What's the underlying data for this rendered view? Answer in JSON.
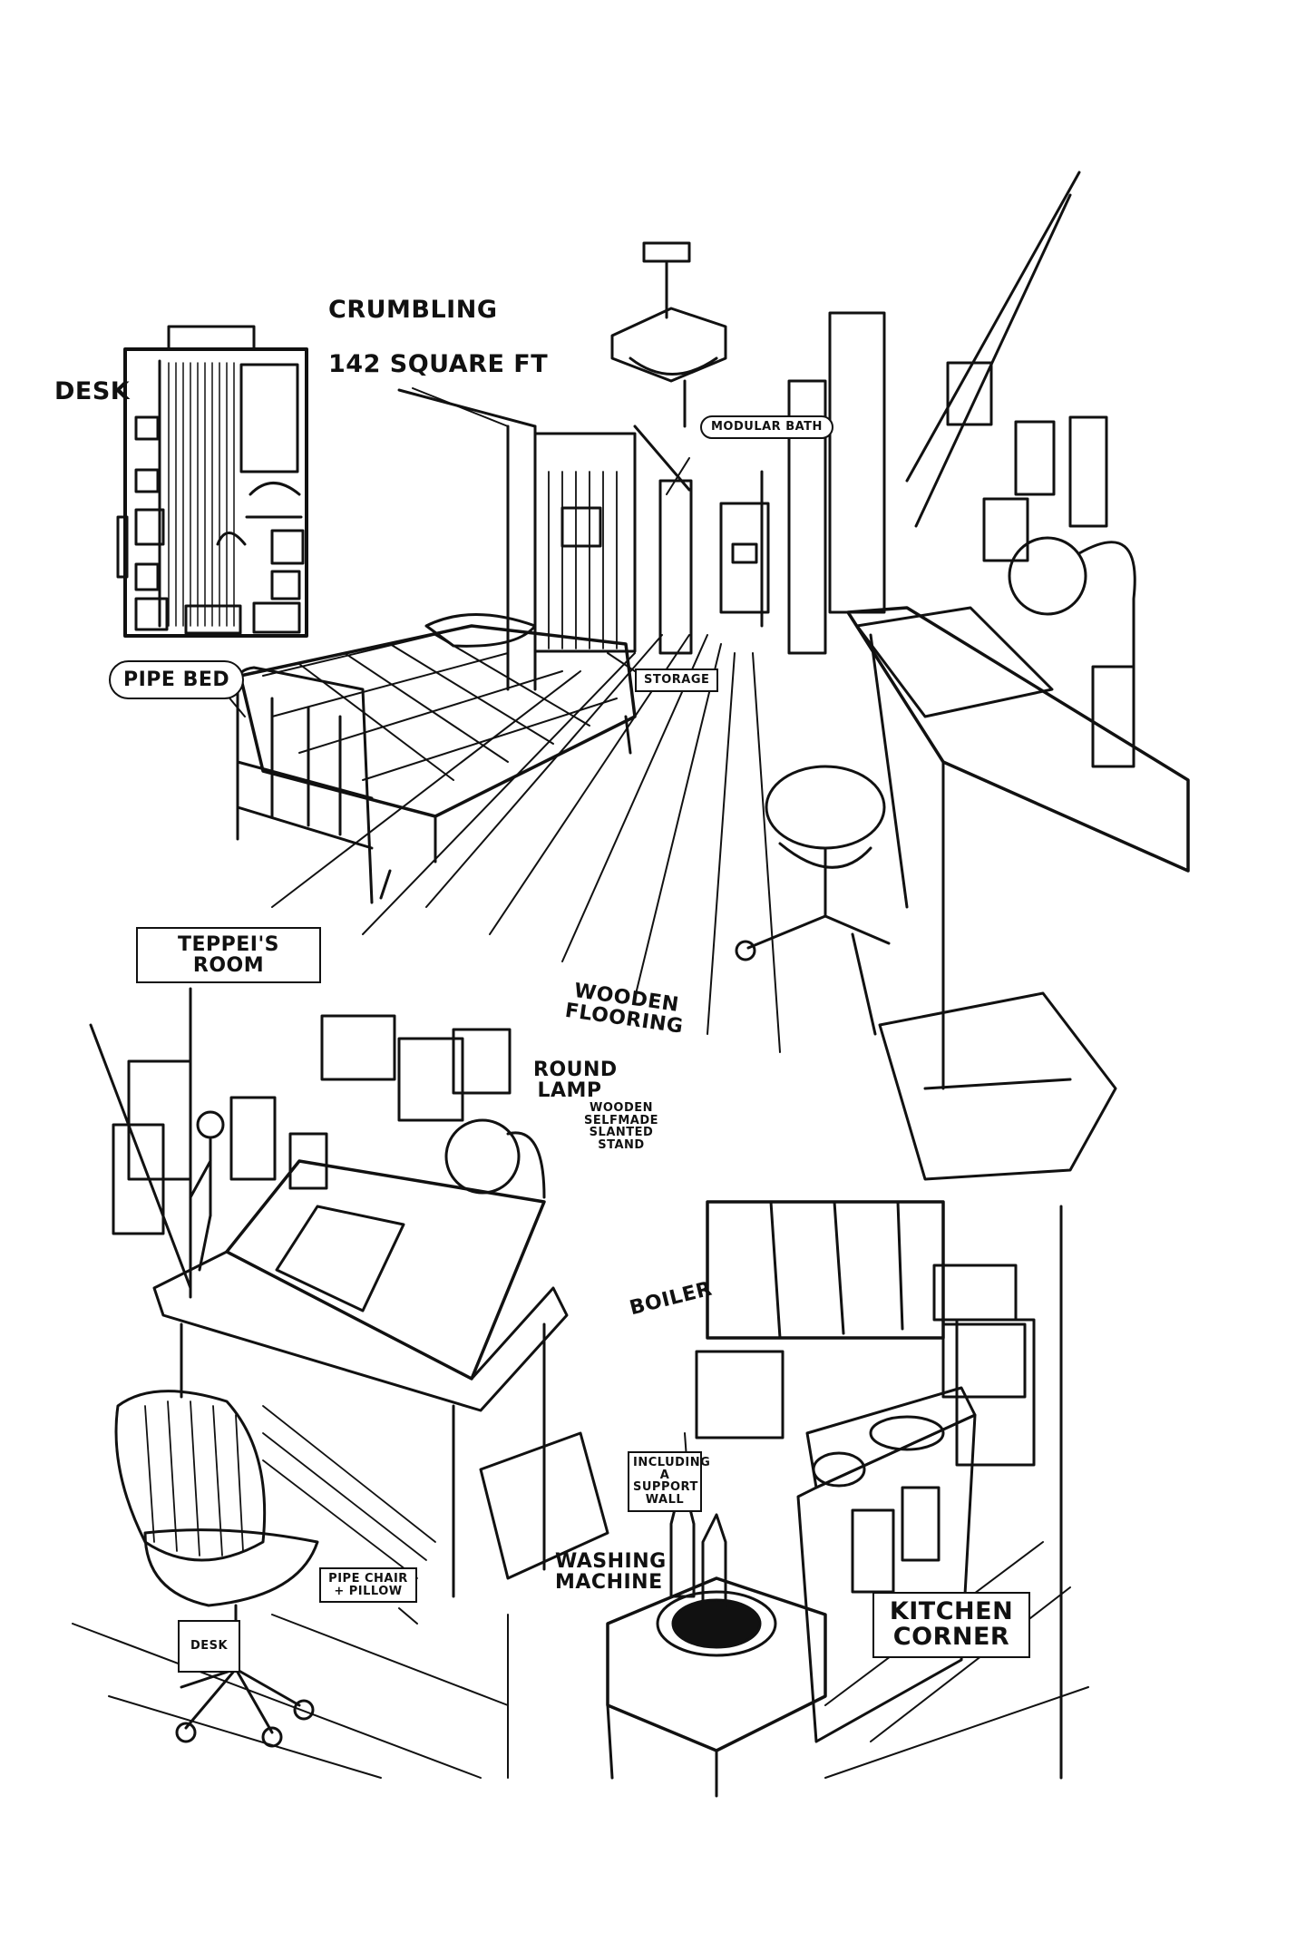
{
  "labels": {
    "desk_top": "DESK",
    "crumbling": "CRUMBLING",
    "square_ft": "142 SQUARE FT",
    "modular_bath": "MODULAR BATH",
    "pipe_bed": "PIPE BED",
    "storage": "STORAGE",
    "teppeis_room": "TEPPEI'S ROOM",
    "wooden_flooring": "WOODEN FLOORING",
    "round_lamp": "ROUND LAMP",
    "slanted_stand": "WOODEN SELFMADE SLANTED STAND",
    "boiler": "BOILER",
    "support_wall": "INCLUDING A SUPPORT WALL",
    "washing_machine": "WASHING MACHINE",
    "pipe_chair": "PIPE CHAIR + PILLOW",
    "desk_bottom": "DESK",
    "kitchen_corner": "KITCHEN CORNER"
  },
  "colors": {
    "ink": "#111111",
    "paper": "#ffffff"
  }
}
